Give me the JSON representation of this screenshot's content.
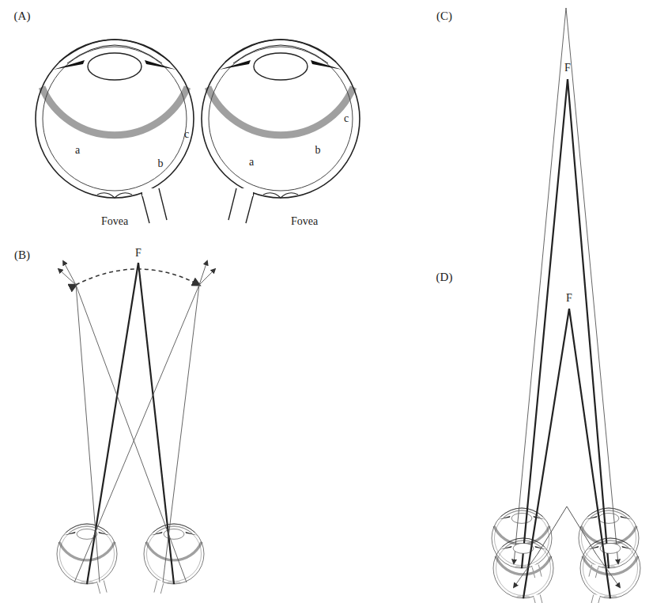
{
  "diagram": {
    "labels": [
      "(A)",
      "a",
      "b",
      "c",
      "Fovea",
      "a",
      "b",
      "c",
      "Fovea",
      "(C)",
      "F",
      "(B)",
      "F",
      "(D)",
      "F"
    ]
  }
}
